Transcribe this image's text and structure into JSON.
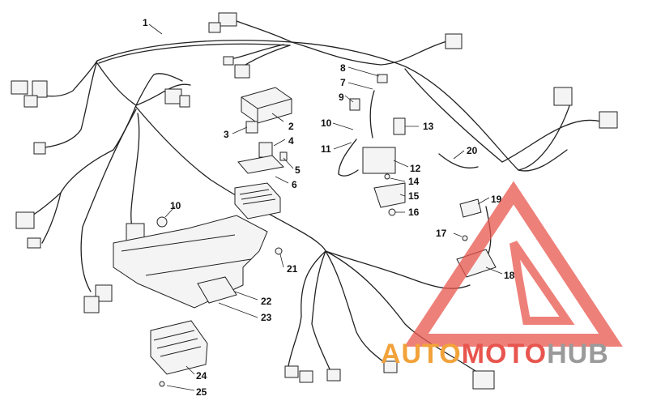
{
  "callouts": [
    {
      "id": "1",
      "label": "1"
    },
    {
      "id": "2",
      "label": "2"
    },
    {
      "id": "3",
      "label": "3"
    },
    {
      "id": "4",
      "label": "4"
    },
    {
      "id": "5",
      "label": "5"
    },
    {
      "id": "6",
      "label": "6"
    },
    {
      "id": "7",
      "label": "7"
    },
    {
      "id": "8",
      "label": "8"
    },
    {
      "id": "9",
      "label": "9"
    },
    {
      "id": "10a",
      "label": "10"
    },
    {
      "id": "10b",
      "label": "10"
    },
    {
      "id": "11",
      "label": "11"
    },
    {
      "id": "12",
      "label": "12"
    },
    {
      "id": "13",
      "label": "13"
    },
    {
      "id": "14",
      "label": "14"
    },
    {
      "id": "15",
      "label": "15"
    },
    {
      "id": "16",
      "label": "16"
    },
    {
      "id": "17",
      "label": "17"
    },
    {
      "id": "18",
      "label": "18"
    },
    {
      "id": "19",
      "label": "19"
    },
    {
      "id": "20",
      "label": "20"
    },
    {
      "id": "21",
      "label": "21"
    },
    {
      "id": "22",
      "label": "22"
    },
    {
      "id": "23",
      "label": "23"
    },
    {
      "id": "24",
      "label": "24"
    },
    {
      "id": "25",
      "label": "25"
    }
  ],
  "watermark": {
    "part1": "AUTO",
    "part2": "MOTO",
    "part3": "HUB",
    "color_orange": "#f2a23a",
    "color_red": "#e8554e",
    "color_gray": "#9a9a9a"
  }
}
